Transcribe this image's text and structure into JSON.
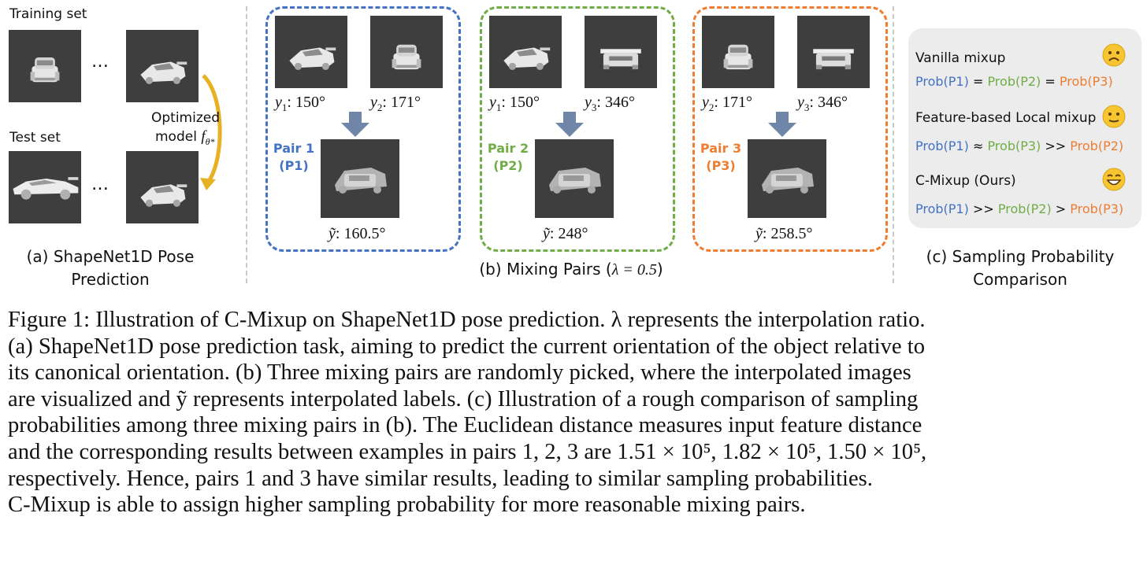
{
  "panel_a": {
    "training_label": "Training set",
    "test_label": "Test set",
    "ellipsis": "…",
    "model_label_line1": "Optimized",
    "model_label_line2": "model",
    "caption_line1": "(a) ShapeNet1D Pose",
    "caption_line2": "Prediction"
  },
  "panel_b": {
    "caption_prefix": "(b) Mixing Pairs (",
    "caption_lambda": "λ = 0.5",
    "caption_suffix": ")",
    "pairs": [
      {
        "tag_line1": "Pair 1",
        "tag_line2": "(P1)",
        "color": "#4472c4",
        "left_var": "1",
        "left_angle": ": 150°",
        "right_var": "2",
        "right_angle": ": 171°",
        "mixed": ": 160.5°"
      },
      {
        "tag_line1": "Pair 2",
        "tag_line2": "(P2)",
        "color": "#70ad47",
        "left_var": "1",
        "left_angle": ": 150°",
        "right_var": "3",
        "right_angle": ": 346°",
        "mixed": ": 248°"
      },
      {
        "tag_line1": "Pair 3",
        "tag_line2": "(P3)",
        "color": "#ed7d31",
        "left_var": "2",
        "left_angle": ": 171°",
        "right_var": "3",
        "right_angle": ": 346°",
        "mixed": ": 258.5°"
      }
    ]
  },
  "panel_c": {
    "rows": [
      {
        "label": "Vanilla mixup",
        "emoji": "sad-face-icon",
        "p1": "Prob(P1)",
        "op1": " = ",
        "p2": "Prob(P2)",
        "op2": " = ",
        "p3": "Prob(P3)"
      },
      {
        "label": "Feature-based Local mixup",
        "emoji": "neutral-face-icon",
        "p1": "Prob(P1)",
        "op1": " ≈ ",
        "p2": "Prob(P3)",
        "op2": " >> ",
        "p3": "Prob(P2)"
      },
      {
        "label": "C-Mixup (Ours)",
        "emoji": "grin-face-icon",
        "p1": "Prob(P1)",
        "op1": " >> ",
        "p2": "Prob(P2)",
        "op2": " > ",
        "p3": "Prob(P3)"
      }
    ],
    "caption_line1": "(c) Sampling Probability",
    "caption_line2": "Comparison"
  },
  "colors": {
    "p1": "#4472c4",
    "p2": "#70ad47",
    "p3": "#ed7d31",
    "arrow": "#6f86a8",
    "curve": "#e8b124"
  },
  "figure_caption": [
    "Figure 1: Illustration of C-Mixup on ShapeNet1D pose prediction. λ represents the interpolation ratio.",
    "(a) ShapeNet1D pose prediction task, aiming to predict the current orientation of the object relative to",
    "its canonical orientation. (b) Three mixing pairs are randomly picked, where the interpolated images",
    "are visualized and ỹ represents interpolated labels. (c) Illustration of a rough comparison of sampling",
    "probabilities among three mixing pairs in (b). The Euclidean distance measures input feature distance",
    "and the corresponding results between examples in pairs 1, 2, 3 are 1.51 × 10⁵, 1.82 × 10⁵, 1.50 × 10⁵,",
    "respectively. Hence, pairs 1 and 3 have similar results, leading to similar sampling probabilities.",
    "C-Mixup is able to assign higher sampling probability for more reasonable mixing pairs."
  ]
}
